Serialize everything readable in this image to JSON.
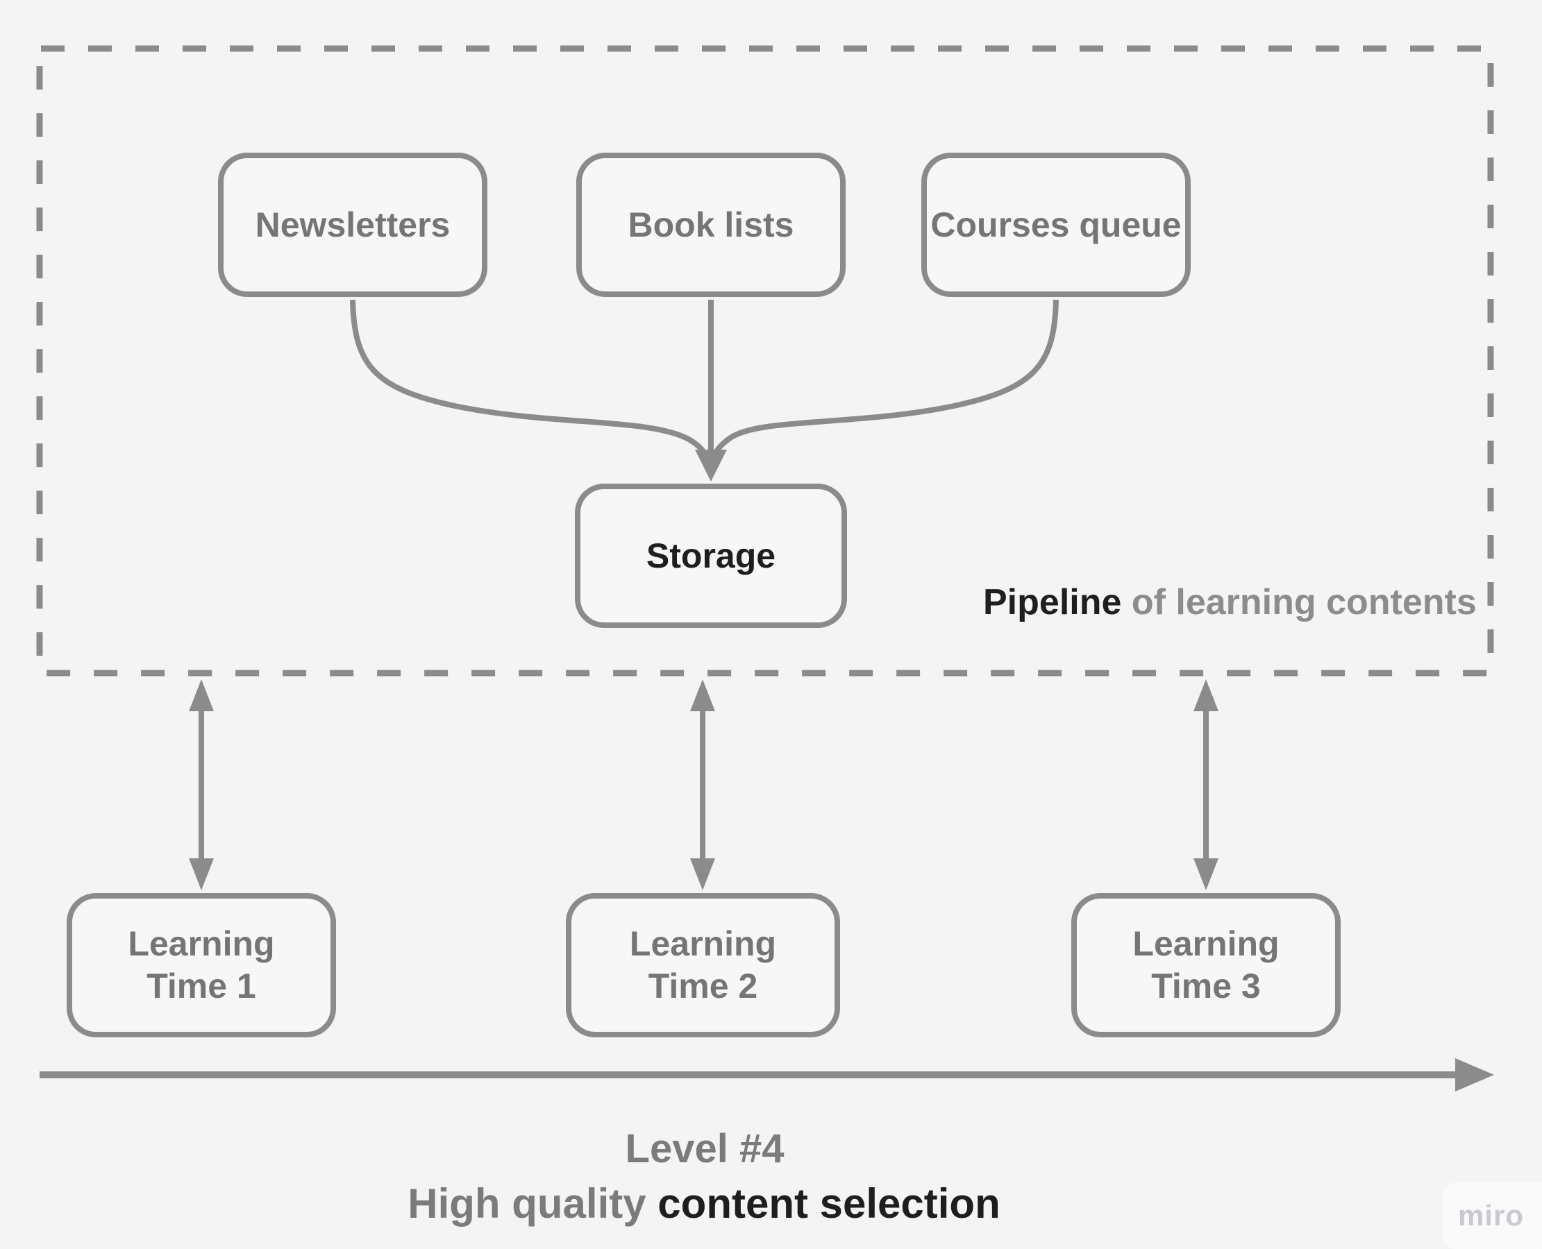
{
  "diagram": {
    "pipeline": {
      "caption_bold": "Pipeline",
      "caption_rest": "of learning contents",
      "sources": [
        {
          "label": "Newsletters"
        },
        {
          "label": "Book lists"
        },
        {
          "label": "Courses queue"
        }
      ],
      "storage": {
        "label": "Storage"
      }
    },
    "learning_times": [
      {
        "label": "Learning\nTime 1"
      },
      {
        "label": "Learning\nTime 2"
      },
      {
        "label": "Learning\nTime 3"
      }
    ],
    "footer": {
      "level": "Level #4",
      "subtitle_highlight": "High quality",
      "subtitle_rest": "content selection"
    },
    "watermark": "miro"
  },
  "colors": {
    "background": "#f4f4f5",
    "node_bg": "#f7f7f7",
    "stroke": "#8b8b8b",
    "node_text": "#757578",
    "dark_text": "#1e1e1e",
    "muted_text": "#8c8c8e",
    "watermark_text": "#c9c9d3",
    "watermark_bg": "#fafafb"
  }
}
